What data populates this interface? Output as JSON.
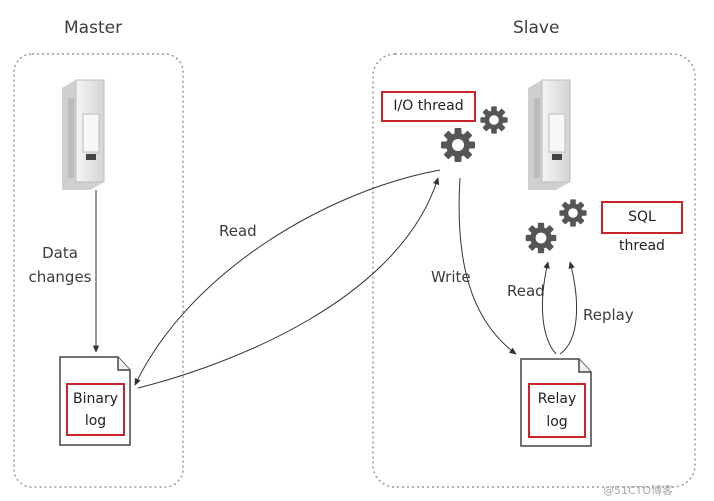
{
  "master": {
    "title": "Master",
    "data_changes_line1": "Data",
    "data_changes_line2": "changes",
    "binary_log_line1": "Binary",
    "binary_log_line2": "log"
  },
  "slave": {
    "title": "Slave",
    "io_thread": "I/O thread",
    "sql_thread": "SQL thread",
    "relay_log_line1": "Relay",
    "relay_log_line2": "log",
    "write": "Write",
    "read": "Read",
    "replay": "Replay"
  },
  "read_arrow_label": "Read",
  "watermark": "@51CTO博客",
  "colors": {
    "highlight_box": "#c8252a",
    "dashed_border": "#9a9a9a",
    "gear": "#555555",
    "server_body": "#e9e9e9"
  },
  "icons": [
    "server-icon",
    "gear-icon",
    "document-icon"
  ]
}
